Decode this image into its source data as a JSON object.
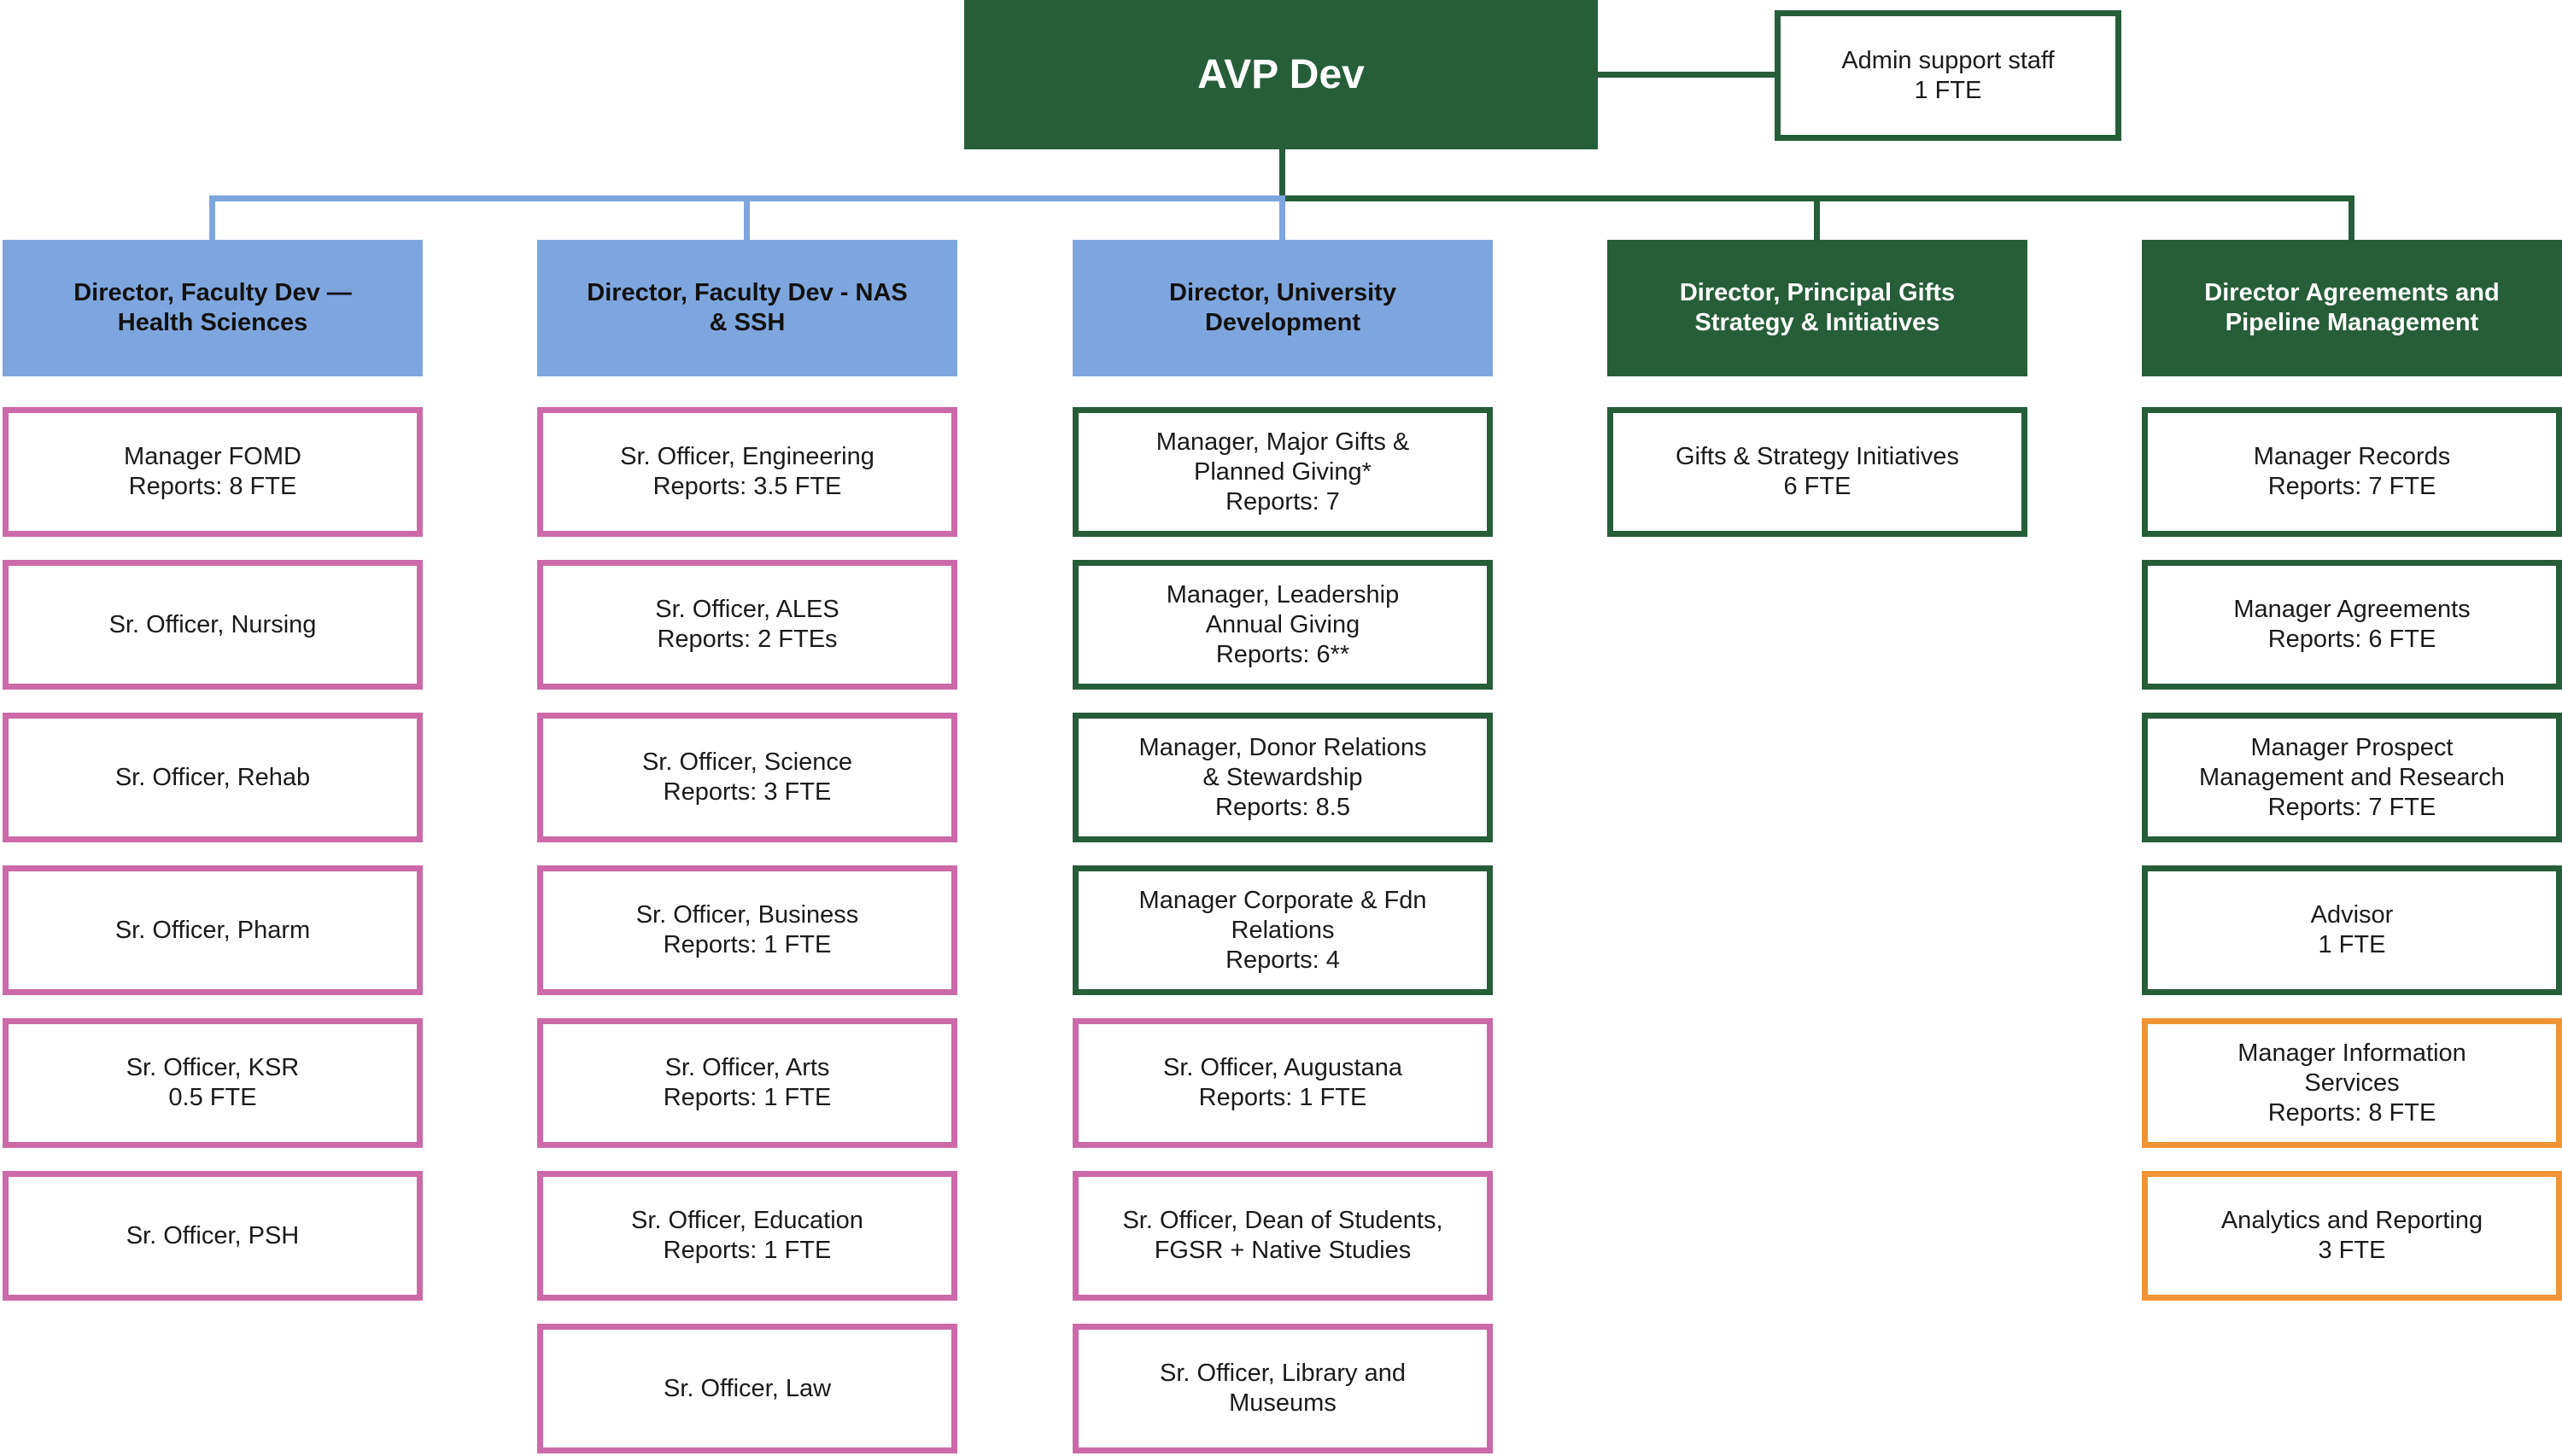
{
  "top": {
    "label": "AVP Dev"
  },
  "admin": {
    "label": "Admin support staff\n1 FTE"
  },
  "colors": {
    "dark_green": "#265e3a",
    "light_blue": "#7ea6de",
    "pink": "#cc6aa8",
    "orange": "#ef9434"
  },
  "columns": [
    {
      "director": "Director, Faculty Dev —\nHealth Sciences",
      "director_color": "blue",
      "items": [
        {
          "label": "Manager FOMD\nReports: 8 FTE",
          "color": "pink"
        },
        {
          "label": "Sr. Officer, Nursing",
          "color": "pink"
        },
        {
          "label": "Sr. Officer, Rehab",
          "color": "pink"
        },
        {
          "label": "Sr. Officer, Pharm",
          "color": "pink"
        },
        {
          "label": "Sr. Officer, KSR\n0.5 FTE",
          "color": "pink"
        },
        {
          "label": "Sr. Officer, PSH",
          "color": "pink"
        }
      ]
    },
    {
      "director": "Director, Faculty Dev - NAS\n& SSH",
      "director_color": "blue",
      "items": [
        {
          "label": "Sr. Officer, Engineering\nReports: 3.5 FTE",
          "color": "pink"
        },
        {
          "label": "Sr. Officer, ALES\nReports: 2 FTEs",
          "color": "pink"
        },
        {
          "label": "Sr. Officer, Science\nReports: 3 FTE",
          "color": "pink"
        },
        {
          "label": "Sr. Officer, Business\nReports: 1 FTE",
          "color": "pink"
        },
        {
          "label": "Sr. Officer, Arts\nReports: 1 FTE",
          "color": "pink"
        },
        {
          "label": "Sr. Officer, Education\nReports: 1 FTE",
          "color": "pink"
        },
        {
          "label": "Sr. Officer, Law",
          "color": "pink"
        }
      ]
    },
    {
      "director": "Director, University\nDevelopment",
      "director_color": "blue",
      "items": [
        {
          "label": "Manager, Major Gifts &\nPlanned Giving*\nReports: 7",
          "color": "green"
        },
        {
          "label": "Manager, Leadership\nAnnual Giving\nReports: 6**",
          "color": "green"
        },
        {
          "label": "Manager, Donor Relations\n& Stewardship\nReports: 8.5",
          "color": "green"
        },
        {
          "label": "Manager Corporate & Fdn\nRelations\nReports: 4",
          "color": "green"
        },
        {
          "label": "Sr. Officer, Augustana\nReports: 1 FTE",
          "color": "pink"
        },
        {
          "label": "Sr. Officer, Dean of Students,\nFGSR + Native Studies",
          "color": "pink"
        },
        {
          "label": "Sr. Officer, Library and\nMuseums",
          "color": "pink"
        }
      ]
    },
    {
      "director": "Director, Principal Gifts\nStrategy & Initiatives",
      "director_color": "green",
      "items": [
        {
          "label": "Gifts & Strategy Initiatives\n6 FTE",
          "color": "green"
        }
      ]
    },
    {
      "director": "Director Agreements and\nPipeline Management",
      "director_color": "green",
      "items": [
        {
          "label": "Manager Records\nReports: 7 FTE",
          "color": "green"
        },
        {
          "label": "Manager Agreements\nReports: 6 FTE",
          "color": "green"
        },
        {
          "label": "Manager Prospect\nManagement and Research\nReports: 7 FTE",
          "color": "green"
        },
        {
          "label": "Advisor\n1 FTE",
          "color": "green"
        },
        {
          "label": "Manager Information\nServices\nReports: 8 FTE",
          "color": "orange"
        },
        {
          "label": "Analytics and Reporting\n3 FTE",
          "color": "orange"
        }
      ]
    }
  ]
}
